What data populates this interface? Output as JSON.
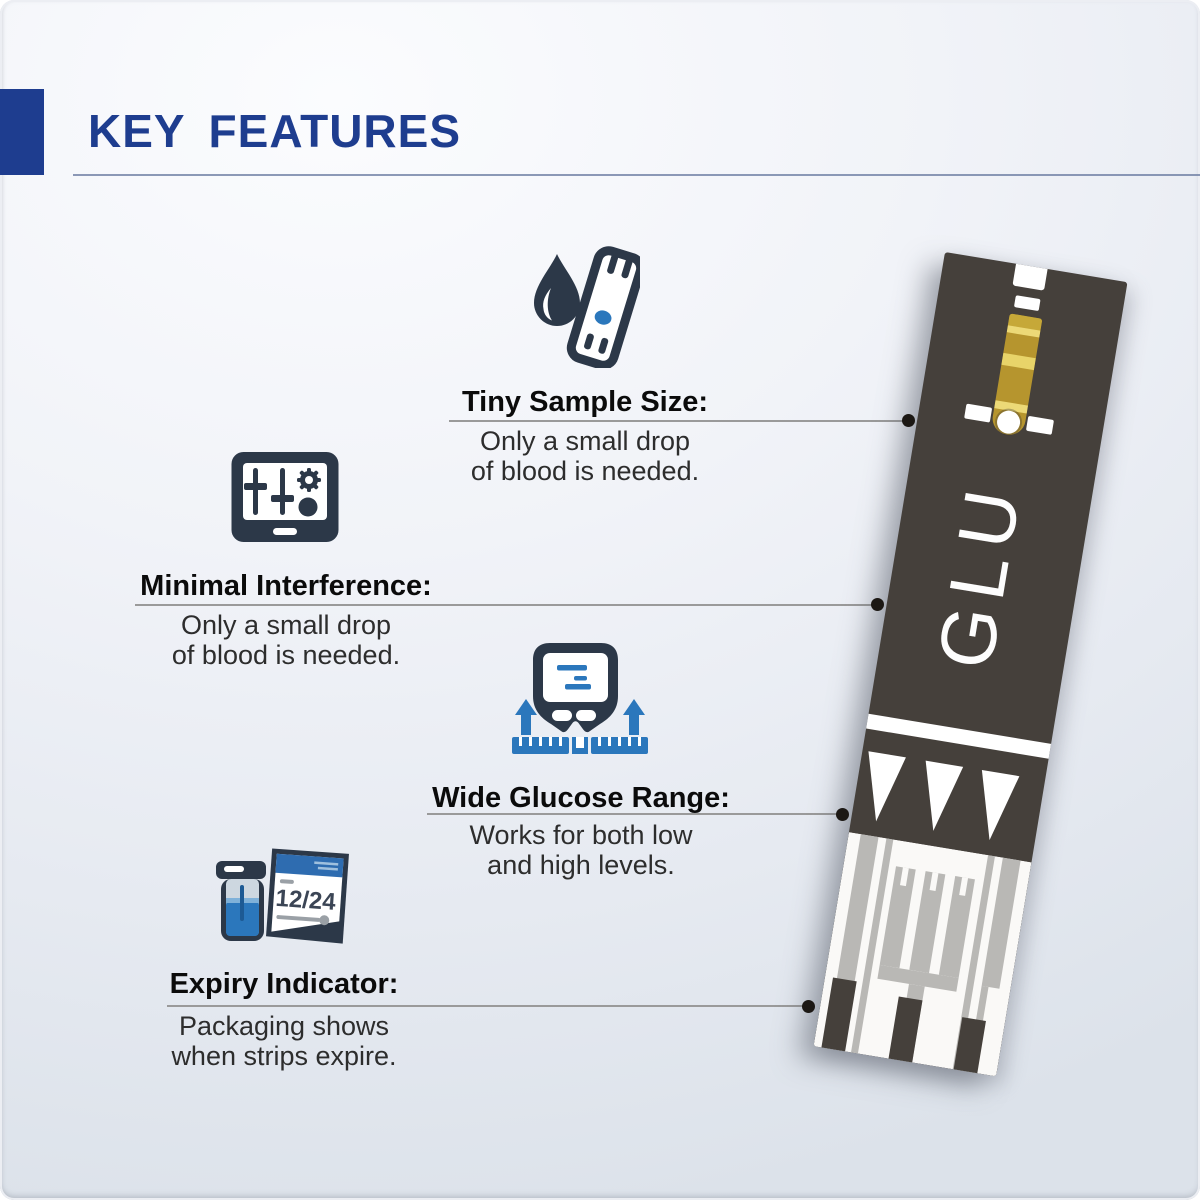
{
  "header": {
    "title": "KEY FEATURES"
  },
  "features": [
    {
      "title": "Tiny Sample Size:",
      "description": [
        "Only a small drop",
        "of blood is needed."
      ],
      "icon": "blood-drop-test-strip"
    },
    {
      "title": "Minimal Interference:",
      "description": [
        "Only a small drop",
        "of blood is needed."
      ],
      "icon": "control-panel-settings"
    },
    {
      "title": "Wide Glucose Range:",
      "description": [
        "Works for both low",
        "and high levels."
      ],
      "icon": "glucose-meter-range"
    },
    {
      "title": "Expiry Indicator:",
      "description": [
        "Packaging shows",
        "when strips expire."
      ],
      "icon": "expiry-calendar",
      "expiry_date_label": "12/24"
    }
  ],
  "strip": {
    "label": "GLU"
  },
  "colors": {
    "header_blue": "#1e3d8f",
    "icon_navy": "#2c3848",
    "icon_blue": "#2b77bc",
    "strip_body": "#45403b",
    "gold_channel": "#b6952e",
    "callout_dot": "#1c1814"
  }
}
